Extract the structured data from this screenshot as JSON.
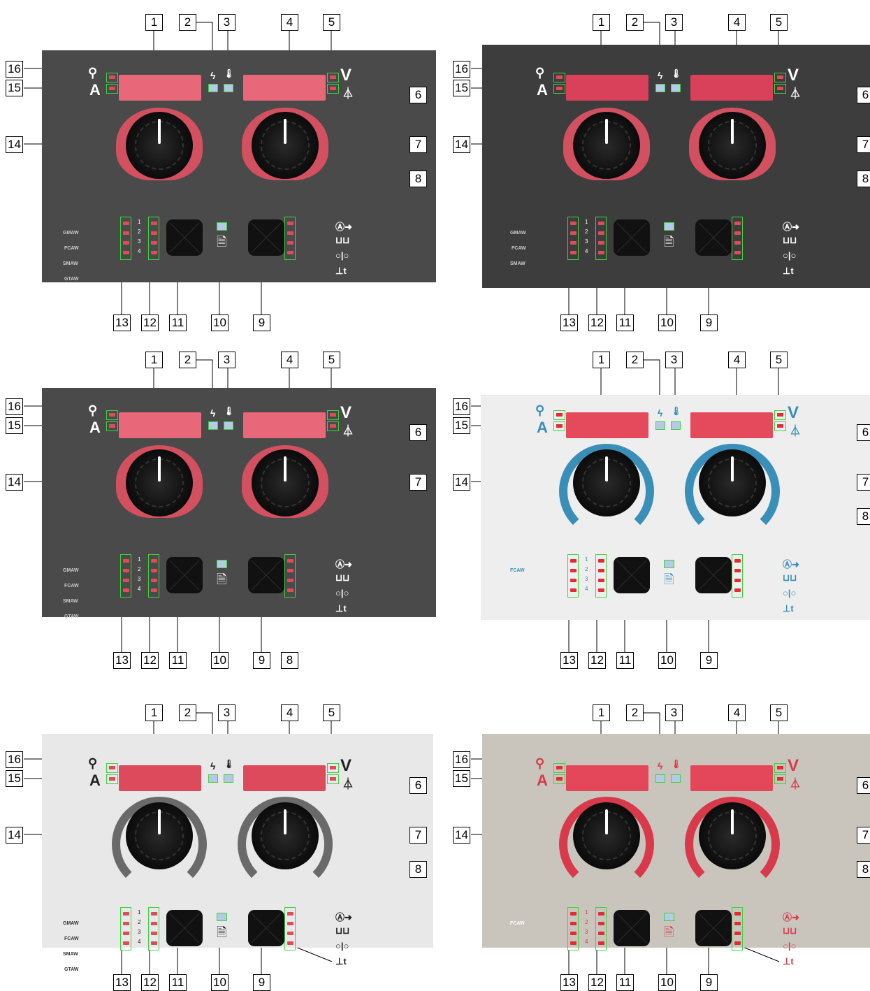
{
  "callouts": [
    "1",
    "2",
    "3",
    "4",
    "5",
    "6",
    "7",
    "8",
    "9",
    "10",
    "11",
    "12",
    "13",
    "14",
    "15",
    "16"
  ],
  "panels": [
    {
      "id": "p1",
      "style": "dark",
      "process_labels": [
        "GMAW",
        "FCAW",
        "SMAW",
        "GTAW"
      ]
    },
    {
      "id": "p2",
      "style": "dark2",
      "process_labels": [
        "GMAW",
        "FCAW",
        "SMAW"
      ]
    },
    {
      "id": "p3",
      "style": "dark",
      "process_labels": [
        "GMAW",
        "FCAW",
        "SMAW",
        "GTAW"
      ]
    },
    {
      "id": "p4",
      "style": "light-blue",
      "process_labels": [
        "FCAW"
      ]
    },
    {
      "id": "p5",
      "style": "light-gray",
      "process_labels": [
        "GMAW",
        "FCAW",
        "SMAW",
        "GTAW"
      ]
    },
    {
      "id": "p6",
      "style": "beige-red",
      "process_labels": [
        "FCAW"
      ]
    }
  ],
  "memory_numbers": [
    "1",
    "2",
    "3",
    "4"
  ],
  "symbols": {
    "amps": "A",
    "volts": "V",
    "trigger": "2T\n4T"
  },
  "colors": {
    "display_red": "#e8687a",
    "dark_panel": "#4a4a4a",
    "light_panel": "#eeeeee",
    "led_outline": "#3fd23f",
    "accent_blue": "#3a8fb8",
    "accent_red": "#d83a4c"
  }
}
